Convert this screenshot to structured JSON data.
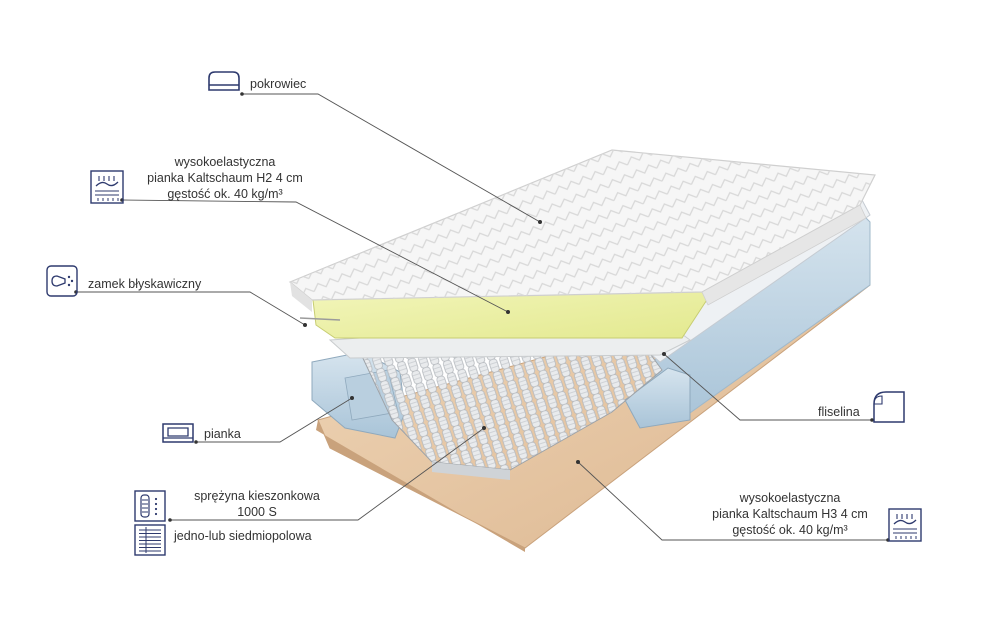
{
  "labels": {
    "cover": "pokrowiec",
    "top_foam_line1": "wysokoelastyczna",
    "top_foam_line2": "pianka Kaltschaum H2 4 cm",
    "top_foam_line3": "gęstość ok. 40 kg/m³",
    "zipper": "zamek błyskawiczny",
    "foam": "pianka",
    "spring_line1": "sprężyna kieszonkowa",
    "spring_line2": "1000 S",
    "spring_line3": "jedno-lub siedmiopolowa",
    "fleece": "fliselina",
    "bottom_foam_line1": "wysokoelastyczna",
    "bottom_foam_line2": "pianka Kaltschaum H3 4 cm",
    "bottom_foam_line3": "gęstość ok. 40 kg/m³"
  },
  "colors": {
    "icon_navy": "#2e3a6e",
    "leader": "#555555",
    "cover_white": "#f4f4f4",
    "yellow_foam": "#eef2a6",
    "blue_foam": "#c9dbe8",
    "base_peach": "#e8c9a6"
  },
  "icons": [
    "mattress-icon",
    "foam-compression-icon",
    "zipper-icon",
    "foam-tray-icon",
    "pocket-spring-icon",
    "seven-zone-icon",
    "fleece-icon",
    "foam-compression-icon"
  ]
}
